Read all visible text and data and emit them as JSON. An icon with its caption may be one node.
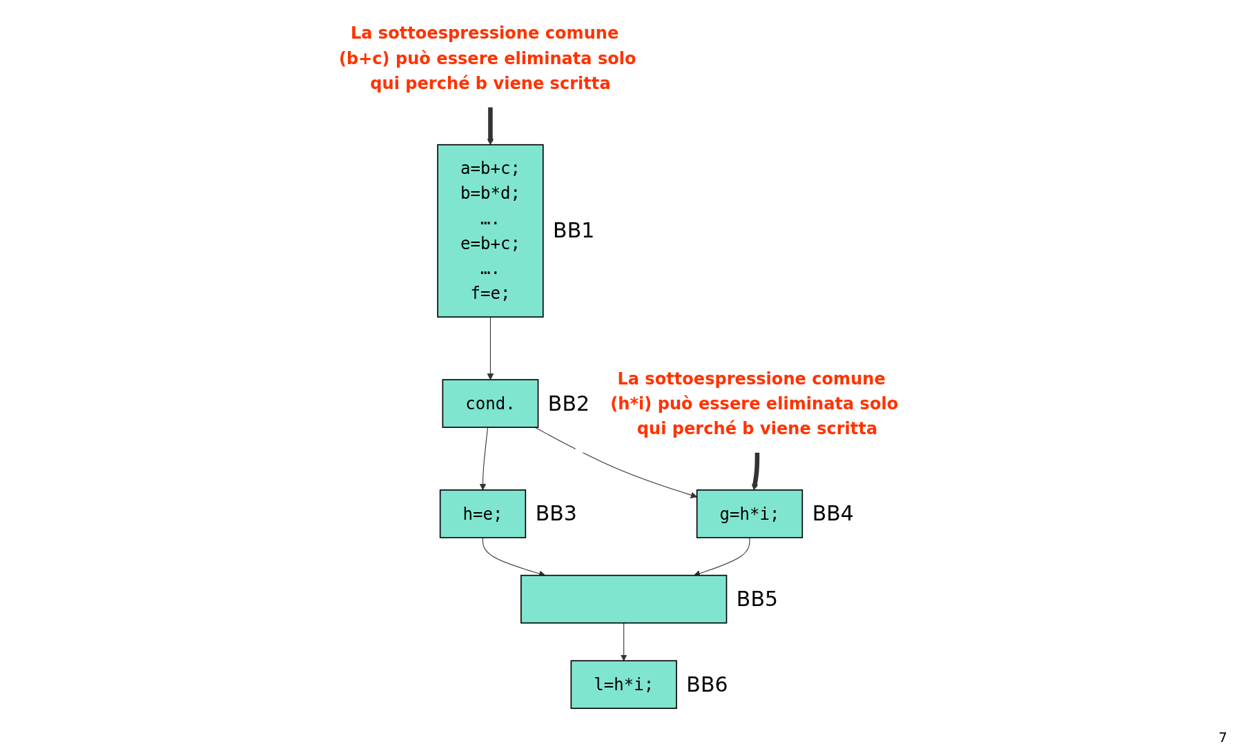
{
  "diagram": {
    "nodes": [
      {
        "text": [
          "a=b+c; b=b*d; …. e=b+c; …. f=e;"
        ],
        "beside": [
          "BB1"
        ]
      },
      {
        "text": [
          "cond."
        ],
        "beside": [
          "BB2"
        ]
      },
      {
        "text": [
          "h=e;"
        ],
        "beside": [
          "BB3"
        ]
      },
      {
        "text": [
          "g=h*i;"
        ],
        "beside": [
          "BB4"
        ]
      },
      {
        "text": [],
        "shape": "box",
        "beside": [
          "BB5"
        ]
      },
      {
        "text": [
          "l=h*i;"
        ],
        "beside": [
          "BB6"
        ]
      },
      {
        "text": [
          "La sottoespressione comune  (b+c) può essere eliminata solo qui perché b viene scritta"
        ]
      },
      {
        "text": [
          "La sottoespressione comune  (h*i) può essere eliminata solo qui perché b viene scritta"
        ]
      }
    ],
    "edges": [
      {
        "from": 0,
        "to": 1,
        "arrow": "to"
      },
      {
        "from": 1,
        "to": 2,
        "arrow": "to"
      },
      {
        "from": 1,
        "to": 3,
        "arrow": "to"
      },
      {
        "from": 2,
        "to": 4,
        "arrow": "to"
      },
      {
        "from": 3,
        "to": 4,
        "arrow": "to"
      },
      {
        "from": 4,
        "to": 5,
        "arrow": "to"
      },
      {
        "from": 6,
        "to": 0,
        "arrow": "to",
        "style": "thick"
      },
      {
        "from": 7,
        "to": 3,
        "arrow": "to",
        "style": "thick"
      }
    ],
    "labels": [
      "7"
    ]
  }
}
